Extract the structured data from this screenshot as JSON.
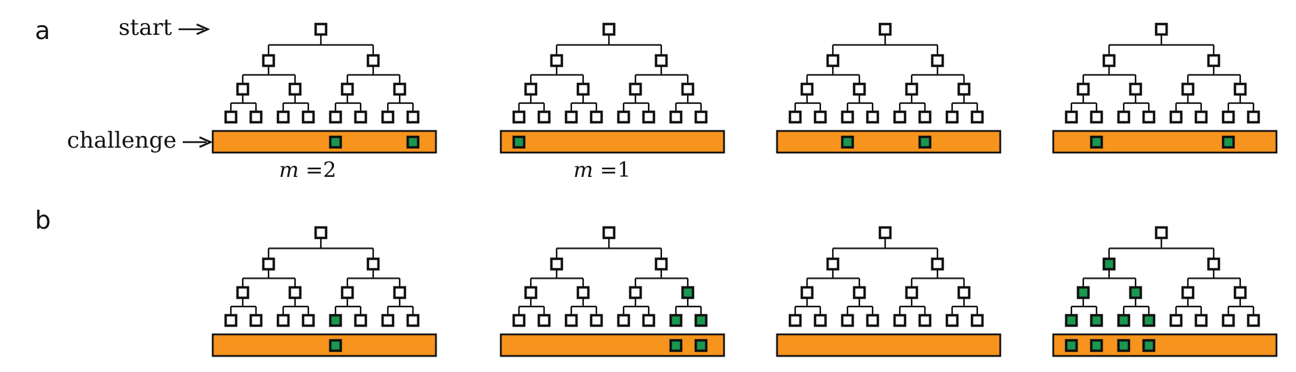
{
  "labels": {
    "panel_a": "a",
    "panel_b": "b",
    "start": "start",
    "challenge": "challenge"
  },
  "m_labels": [
    {
      "var": "m",
      "value": "2"
    },
    {
      "var": "m",
      "value": "1"
    }
  ],
  "colors": {
    "bar": "#F7941D",
    "highlight": "#1A9850",
    "node_empty": "#FFFFFF",
    "stroke": "#111111"
  },
  "tree": {
    "levels": 4,
    "leaves": 8
  },
  "trees": {
    "a": [
      {
        "highlighted_nodes": [],
        "challenge_positions": [
          4,
          7
        ]
      },
      {
        "highlighted_nodes": [],
        "challenge_positions": [
          0
        ]
      },
      {
        "highlighted_nodes": [],
        "challenge_positions": [
          2,
          5
        ]
      },
      {
        "highlighted_nodes": [],
        "challenge_positions": [
          1,
          6
        ]
      }
    ],
    "b": [
      {
        "highlighted_nodes": [
          [
            3,
            4
          ]
        ],
        "challenge_positions": [
          4
        ]
      },
      {
        "highlighted_nodes": [
          [
            2,
            3
          ],
          [
            3,
            6
          ],
          [
            3,
            7
          ]
        ],
        "challenge_positions": [
          6,
          7
        ]
      },
      {
        "highlighted_nodes": [],
        "challenge_positions": []
      },
      {
        "highlighted_nodes": [
          [
            1,
            0
          ],
          [
            2,
            0
          ],
          [
            2,
            1
          ],
          [
            3,
            0
          ],
          [
            3,
            1
          ],
          [
            3,
            2
          ],
          [
            3,
            3
          ]
        ],
        "challenge_positions": [
          0,
          1,
          2,
          3
        ]
      }
    ]
  }
}
